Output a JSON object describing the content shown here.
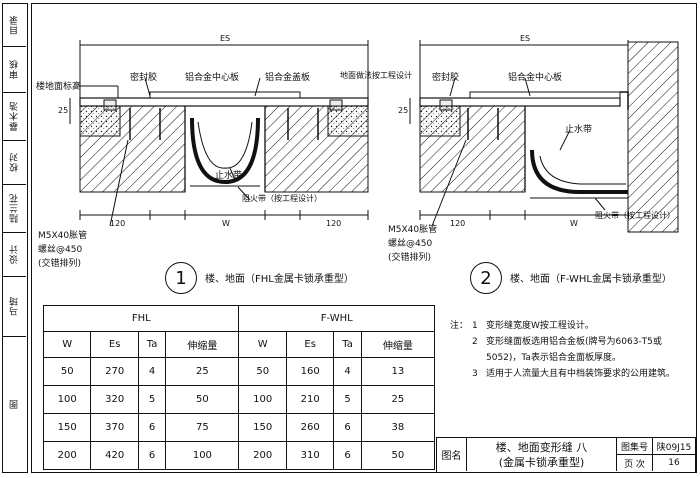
{
  "side_panel": [
    "审核",
    "校对",
    "设计",
    "页",
    "图集号"
  ],
  "side_signatures": [
    "目录",
    "审核",
    "校对",
    "设计",
    "图"
  ],
  "detail1": {
    "labels": {
      "floor_mark": "楼地面标高",
      "sealant": "密封胶",
      "center_plate": "铝合金中心板",
      "cover_plate": "铝合金盖板",
      "surface": "地面做法按工程设计",
      "waterstop": "止水带",
      "fire_band": "阻火带（按工程设计）",
      "anchor": "M5X40胀管",
      "screw": "螺丝@450",
      "stagger": "(交错排列)"
    },
    "dims": {
      "es": "ES",
      "w": "W",
      "left": "120",
      "right": "120",
      "h": "25"
    },
    "number": "1",
    "caption": "楼、地面（FHL金属卡锁承重型）"
  },
  "detail2": {
    "labels": {
      "sealant": "密封胶",
      "center_plate": "铝合金中心板",
      "waterstop": "止水带",
      "fire_band": "阻火带（按工程设计）",
      "anchor": "M5X40胀管",
      "screw": "螺丝@450",
      "stagger": "(交错排列)"
    },
    "dims": {
      "es": "ES",
      "w": "W",
      "left": "120",
      "h": "25"
    },
    "number": "2",
    "caption": "楼、地面（F-WHL金属卡锁承重型）"
  },
  "table": {
    "group_a": "FHL",
    "group_b": "F-WHL",
    "headers": [
      "W",
      "Es",
      "Ta",
      "伸缩量",
      "W",
      "Es",
      "Ta",
      "伸缩量"
    ],
    "rows": [
      [
        "50",
        "270",
        "4",
        "25",
        "50",
        "160",
        "4",
        "13"
      ],
      [
        "100",
        "320",
        "5",
        "50",
        "100",
        "210",
        "5",
        "25"
      ],
      [
        "150",
        "370",
        "6",
        "75",
        "150",
        "260",
        "6",
        "38"
      ],
      [
        "200",
        "420",
        "6",
        "100",
        "200",
        "310",
        "6",
        "50"
      ]
    ]
  },
  "notes": {
    "intro": "注：",
    "items": [
      {
        "n": "1",
        "text": "变形缝宽度W按工程设计。"
      },
      {
        "n": "2",
        "text": "变形缝面板选用铝合金板(牌号为6063-T5或5052)，Ta表示铝合金面板厚度。"
      },
      {
        "n": "3",
        "text": "适用于人流量大且有中档装饰要求的公用建筑。"
      }
    ]
  },
  "title_block": {
    "label": "图名",
    "title_line1": "楼、地面变形缝 八",
    "title_line2": "(金属卡锁承重型)",
    "atlas_label": "图集号",
    "atlas_value": "陕09J15",
    "page_label": "页  次",
    "page_value": "16"
  }
}
